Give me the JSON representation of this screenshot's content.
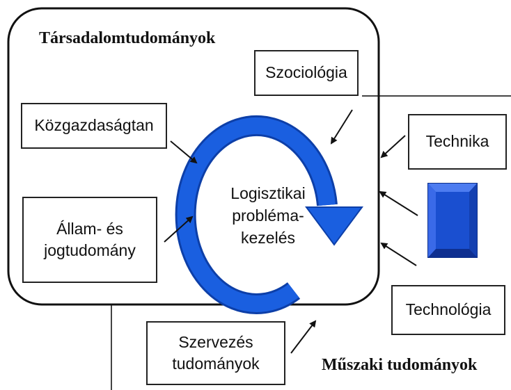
{
  "regions": {
    "social_sciences": "Társadalomtudományok",
    "engineering_sciences": "Műszaki tudományok"
  },
  "boxes": {
    "sociology": "Szociológia",
    "economics": "Közgazdaságtan",
    "state_law_line1": "Állam- és",
    "state_law_line2": "jogtudomány",
    "technology_tech": "Technika",
    "technology": "Technológia",
    "organization_line1": "Szervezés",
    "organization_line2": "tudományok"
  },
  "center": {
    "line1": "Logisztikai",
    "line2": "probléma-",
    "line3": "kezelés"
  },
  "colors": {
    "cycle_arrow": "#1a5fe0",
    "cycle_arrow_edge": "#0d3fa8",
    "blue_block": "#1a4fd0",
    "outline": "#222222"
  }
}
